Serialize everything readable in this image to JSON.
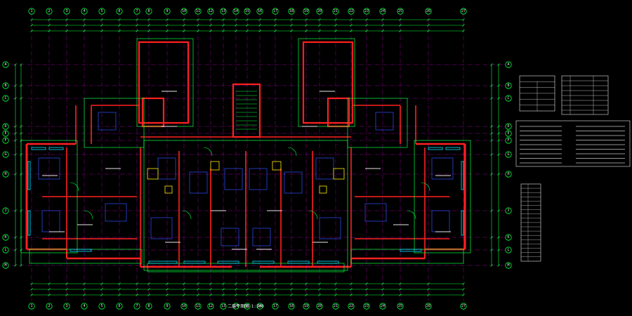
{
  "drawing": {
    "plan_caption": "二层平面图 1:100",
    "axis_top_numbers": [
      "1",
      "2",
      "3",
      "4",
      "5",
      "6",
      "7",
      "8",
      "9",
      "10",
      "11",
      "12",
      "13",
      "14",
      "15",
      "16",
      "17",
      "18",
      "19",
      "20",
      "21",
      "22",
      "23",
      "24",
      "25",
      "26",
      "27"
    ],
    "axis_side_letters": [
      "A",
      "B",
      "C",
      "D",
      "E",
      "F",
      "G",
      "H",
      "J",
      "K",
      "L",
      "M"
    ],
    "colors": {
      "background": "#000000",
      "wall": "#ff2020",
      "line_green": "#00ff3c",
      "line_cyan": "#00e5ff",
      "line_magenta": "#ff00ff",
      "line_yellow": "#ffee00",
      "line_blue": "#3050ff",
      "text_white": "#e6e6e6"
    }
  }
}
